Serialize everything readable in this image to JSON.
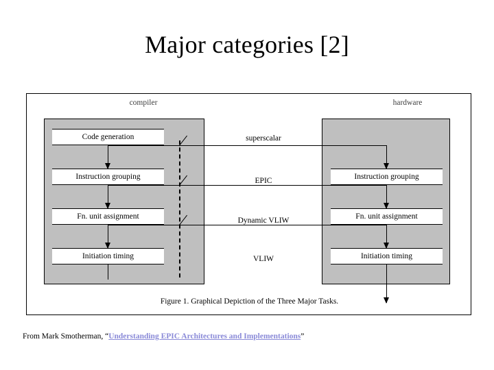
{
  "slide": {
    "title": "Major categories [2]"
  },
  "figure": {
    "headers": {
      "compiler": "compiler",
      "hardware": "hardware"
    },
    "compiler_tasks": [
      "Code generation",
      "Instruction grouping",
      "Fn. unit assignment",
      "Initiation timing"
    ],
    "hardware_tasks": [
      "Instruction grouping",
      "Fn. unit assignment",
      "Initiation timing"
    ],
    "categories": [
      "superscalar",
      "EPIC",
      "Dynamic VLIW",
      "VLIW"
    ],
    "caption": "Figure 1. Graphical Depiction of the Three Major Tasks."
  },
  "attribution": {
    "prefix": "From Mark Smotherman, “",
    "link_text": "Understanding EPIC Architectures and Implementations",
    "suffix": "”"
  },
  "colors": {
    "panel_fill": "#bfbfbf",
    "box_fill": "#ffffff",
    "stroke": "#000000",
    "link": "#8a8ad8",
    "header_text": "#404040"
  }
}
